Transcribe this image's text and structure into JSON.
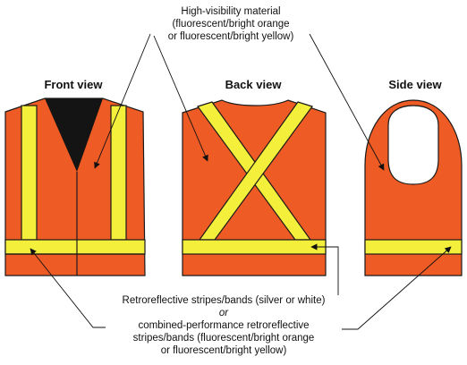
{
  "views": {
    "front": "Front view",
    "back": "Back view",
    "side": "Side view"
  },
  "top_caption": {
    "line1": "High-visibility material",
    "line2": "(fluorescent/bright orange",
    "line3": "or fluorescent/bright yellow)"
  },
  "bottom_caption": {
    "line1": "Retroreflective stripes/bands (silver or white)",
    "line2": "or",
    "line3": "combined-performance retroreflective",
    "line4": "stripes/bands (fluorescent/bright orange",
    "line5": "or fluorescent/bright yellow)"
  },
  "colors": {
    "vest_orange": "#ef5b24",
    "stripe_yellow": "#f4ef3a",
    "outline": "#1a1a1a",
    "collar_black": "#141414"
  }
}
